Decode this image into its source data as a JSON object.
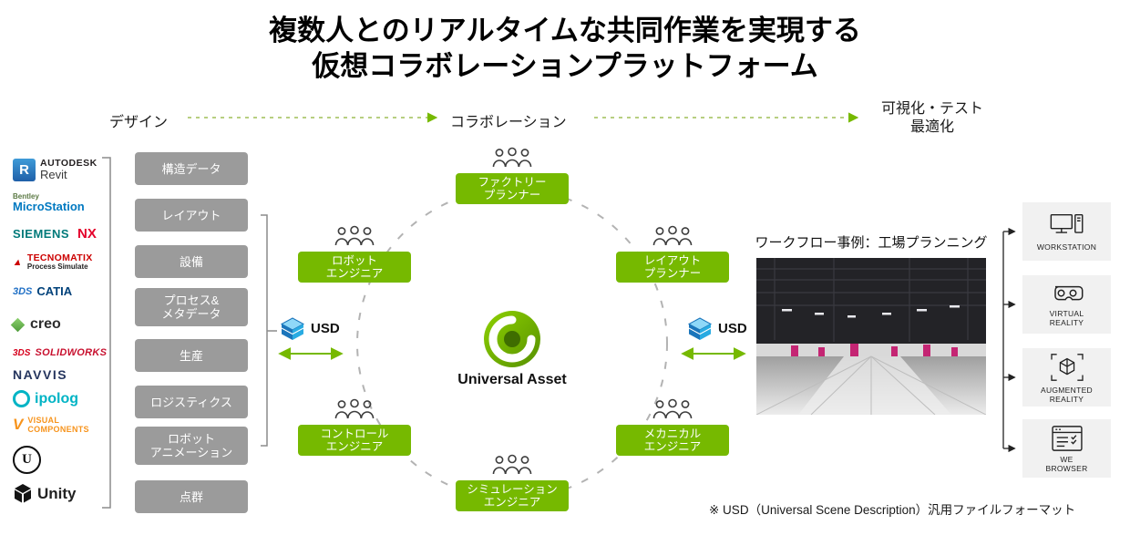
{
  "title": {
    "line1": "複数人とのリアルタイムな共同作業を実現する",
    "line2": "仮想コラボレーションプラットフォーム"
  },
  "flow": {
    "design": "デザイン",
    "collaboration": "コラボレーション",
    "visualization": "可視化・テスト\n最適化"
  },
  "design_tools": {
    "revit": {
      "brand": "AUTODESK",
      "name": "Revit",
      "icon_letter": "R"
    },
    "microstation": {
      "brand": "Bentley",
      "name": "MicroStation"
    },
    "siemens_nx": {
      "brand": "SIEMENS",
      "name": "NX"
    },
    "tecnomatix": {
      "name": "TECNOMATIX",
      "sub": "Process Simulate"
    },
    "catia": {
      "brand": "3DS",
      "name": "CATIA"
    },
    "creo": {
      "name": "creo"
    },
    "solidworks": {
      "brand": "3DS",
      "name": "SOLIDWORKS"
    },
    "navvis": {
      "name": "NAVVIS"
    },
    "ipolog": {
      "name": "ipolog"
    },
    "visual_components": {
      "name": "VISUAL\nCOMPONENTS",
      "icon_letter": "V"
    },
    "unreal_engine": {
      "icon_letter": "U"
    },
    "unity": {
      "name": "Unity"
    }
  },
  "data_boxes": [
    "構造データ",
    "レイアウト",
    "設備",
    "プロセス&\nメタデータ",
    "生産",
    "ロジスティクス",
    "ロボット\nアニメーション",
    "点群"
  ],
  "roles": [
    "ファクトリー\nプランナー",
    "ロボット\nエンジニア",
    "レイアウト\nプランナー",
    "コントロール\nエンジニア",
    "メカニカル\nエンジニア",
    "シミュレーション\nエンジニア"
  ],
  "center": {
    "label": "Universal Asset"
  },
  "usd": {
    "label": "USD"
  },
  "workflow": {
    "caption": "ワークフロー事例：工場プランニング"
  },
  "outputs": [
    "WORKSTATION",
    "VIRTUAL\nREALITY",
    "AUGMENTED\nREALITY",
    "WE\nBROWSER"
  ],
  "footnote": "※ USD（Universal Scene Description）汎用ファイルフォーマット",
  "colors": {
    "nvidia_green": "#76b900",
    "gray_box": "#9b9b9b",
    "dashed_circle": "#b3b3b3",
    "usd_blue": "#29abe2"
  },
  "icons": {
    "people-group-icon": "three person outlines",
    "usd-cube-icon": "layered blue isometric cube",
    "universal-asset-logo": "green swirl ring",
    "workstation-icon": "monitor with tower",
    "virtual-reality-icon": "vr headset",
    "augmented-reality-icon": "cube in corner brackets",
    "web-browser-icon": "browser window with checklist"
  }
}
